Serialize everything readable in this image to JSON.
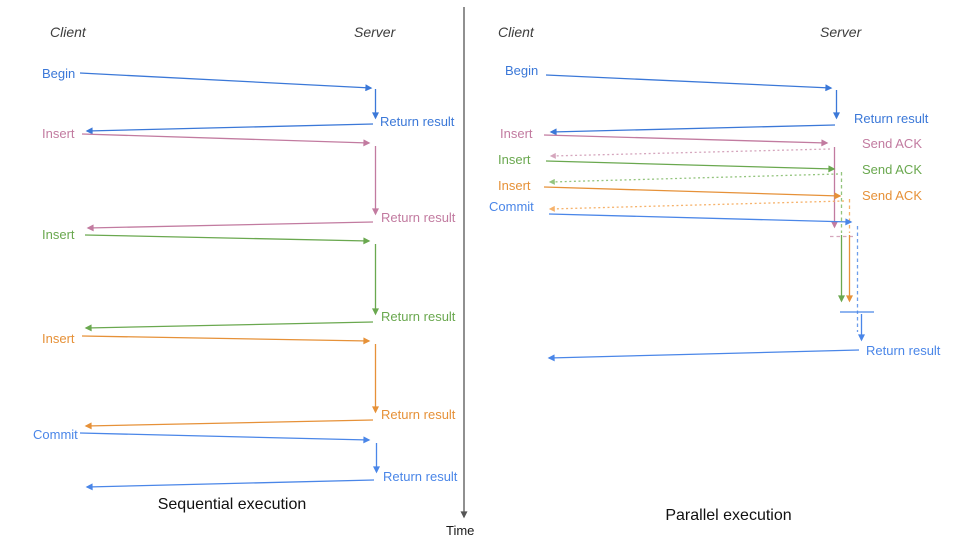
{
  "colors": {
    "blue": "#3b78d8",
    "blue2": "#4a86e8",
    "pink": "#c27ba0",
    "green": "#6aa84f",
    "orange": "#e69138",
    "pink_light": "#d5a6bd",
    "green_light": "#93c47d",
    "orange_light": "#f6b26b",
    "blue_light": "#6d9eeb",
    "axis": "#555555",
    "header_text": "#3d3d3d",
    "title_text": "#111111"
  },
  "time_axis": {
    "label": "Time"
  },
  "sequential": {
    "title": "Sequential execution",
    "client_header": "Client",
    "server_header": "Server",
    "operations": [
      {
        "label": "Begin",
        "color": "blue",
        "response": "Return result"
      },
      {
        "label": "Insert",
        "color": "pink",
        "response": "Return result"
      },
      {
        "label": "Insert",
        "color": "green",
        "response": "Return result"
      },
      {
        "label": "Insert",
        "color": "orange",
        "response": "Return result"
      },
      {
        "label": "Commit",
        "color": "blue2",
        "response": "Return result"
      }
    ]
  },
  "parallel": {
    "title": "Parallel execution",
    "client_header": "Client",
    "server_header": "Server",
    "operations": [
      {
        "label": "Begin",
        "color": "blue",
        "response": "Return result",
        "response_style": "solid"
      },
      {
        "label": "Insert",
        "color": "pink",
        "response": "Send ACK",
        "response_style": "dotted"
      },
      {
        "label": "Insert",
        "color": "green",
        "response": "Send ACK",
        "response_style": "dotted"
      },
      {
        "label": "Insert",
        "color": "orange",
        "response": "Send ACK",
        "response_style": "dotted"
      },
      {
        "label": "Commit",
        "color": "blue2",
        "response": "Return result",
        "response_style": "solid"
      }
    ]
  }
}
